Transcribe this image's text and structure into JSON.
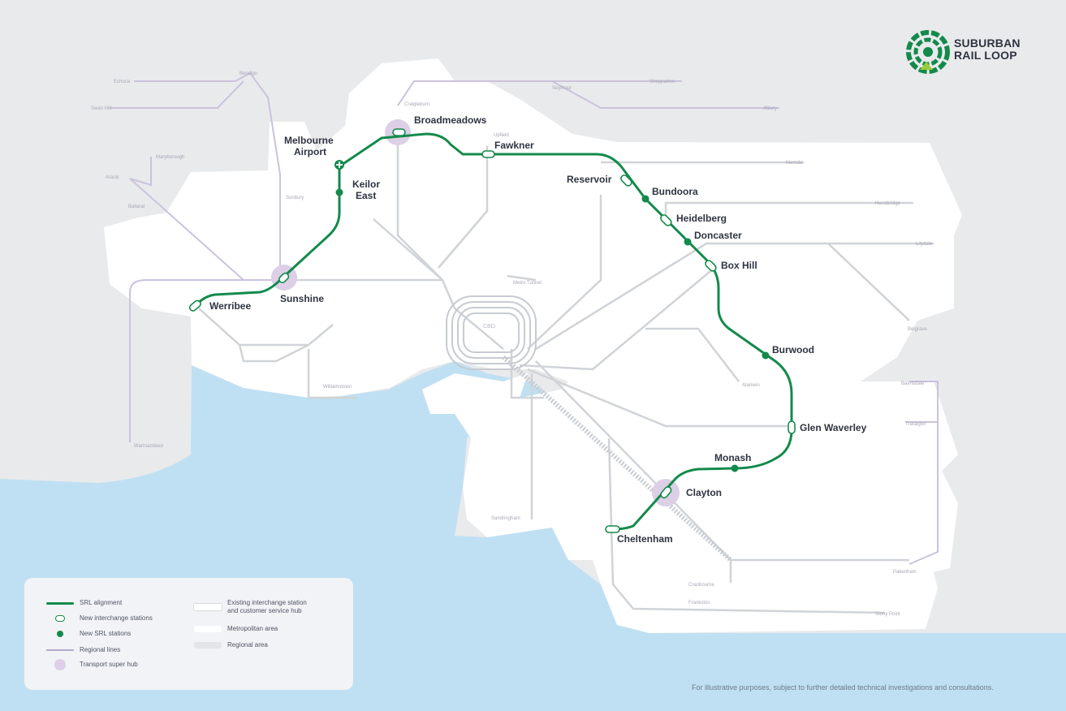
{
  "brand": {
    "line1": "SUBURBAN",
    "line2": "RAIL LOOP",
    "colors": {
      "green": "#138a4b",
      "lime": "#9bcb3b"
    }
  },
  "colors": {
    "srl_alignment": "#138a4b",
    "rail_line": "#c7cbd1",
    "regional_line": "#b4a9cc",
    "water": "#bfe0f2",
    "metropolitan_area": "#ffffff",
    "regional_area": "#e9eaec",
    "super_hub": "#dccfe6"
  },
  "srl_stations": {
    "melbourne_airport": "Melbourne\nAirport",
    "keilor_east": "Keilor\nEast",
    "broadmeadows": "Broadmeadows",
    "fawkner": "Fawkner",
    "reservoir": "Reservoir",
    "bundoora": "Bundoora",
    "heidelberg": "Heidelberg",
    "doncaster": "Doncaster",
    "box_hill": "Box Hill",
    "burwood": "Burwood",
    "glen_waverley": "Glen Waverley",
    "monash": "Monash",
    "clayton": "Clayton",
    "cheltenham": "Cheltenham",
    "sunshine": "Sunshine",
    "werribee": "Werribee"
  },
  "regional_labels": {
    "echuca": "Echuca",
    "bendigo": "Bendigo",
    "swan_hill": "Swan Hill",
    "maryborough": "Maryborough",
    "ararat": "Ararat",
    "ballarat": "Ballarat",
    "sunbury": "Sunbury",
    "craigieburn": "Craigieburn",
    "shepparton": "Shepparton",
    "seymour": "Seymour",
    "albury": "Albury",
    "upfield": "Upfield",
    "hurstbridge": "Hurstbridge",
    "lilydale": "Lilydale",
    "belgrave": "Belgrave",
    "alamein": "Alamein",
    "williamstown": "Williamstown",
    "warrnambool": "Warrnambool",
    "mernda": "Mernda",
    "bairnsdale": "Bairnsdale",
    "traralgon": "Traralgon",
    "pakenham": "Pakenham",
    "cranbourne": "Cranbourne",
    "frankston": "Frankston",
    "stony_point": "Stony Point",
    "sandringham": "Sandringham",
    "metro_tunnel": "Metro Tunnel",
    "cbd": "CBD"
  },
  "legend": {
    "srl_alignment": "SRL alignment",
    "new_interchange": "New interchange stations",
    "new_srl": "New SRL stations",
    "regional_lines": "Regional lines",
    "super_hub": "Transport super hub",
    "existing_interchange": "Existing interchange station\nand customer service hub",
    "metro_area": "Metropolitan area",
    "regional_area": "Regional area"
  },
  "footnote": "For illustrative purposes, subject to further detailed technical investigations and consultations."
}
